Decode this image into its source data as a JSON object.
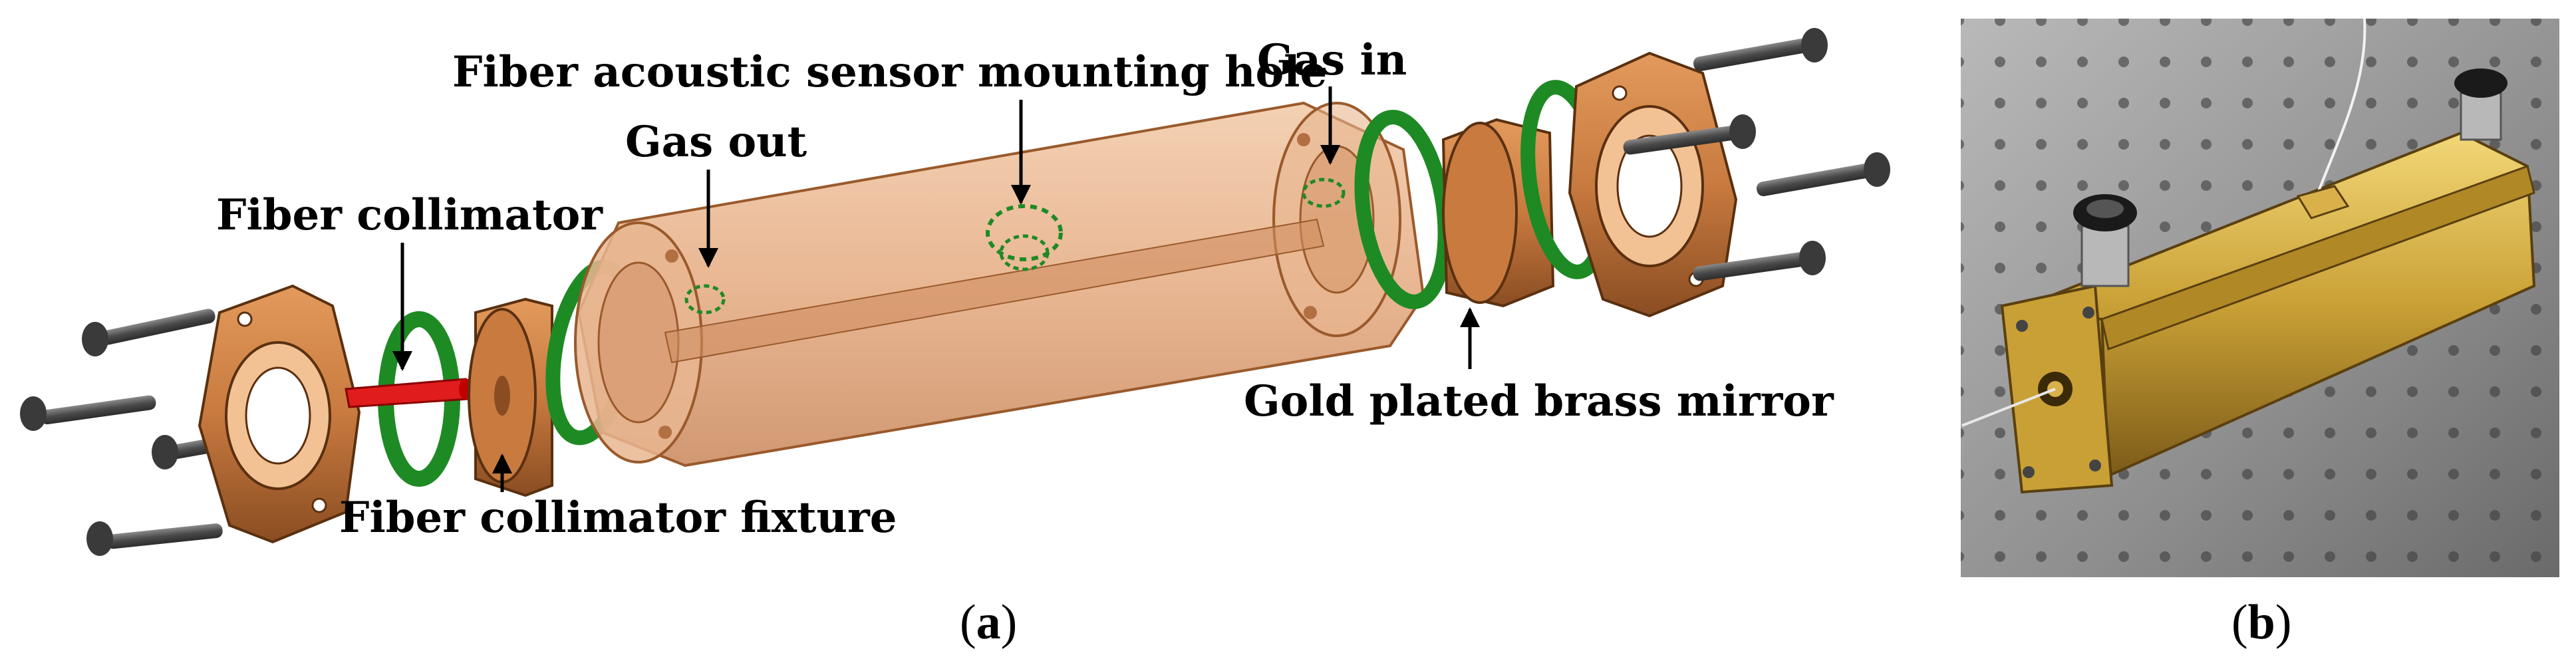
{
  "panels": [
    {
      "id": "a",
      "label": "a"
    },
    {
      "id": "b",
      "label": "b"
    }
  ],
  "callouts": {
    "fiber_acoustic_sensor_mounting_hole": "Fiber acoustic sensor mounting hole",
    "gas_in": "Gas in",
    "gas_out": "Gas out",
    "fiber_collimator": "Fiber collimator",
    "fiber_collimator_fixture": "Fiber collimator fixture",
    "gold_plated_brass_mirror": "Gold plated brass mirror"
  },
  "colors": {
    "copper": "#c87a3f",
    "copper_dark": "#8a4d22",
    "cell_body": "#e8b08a",
    "o_ring": "#1e8a24",
    "collimator": "#e01c1c",
    "screw": "#5a5a5a",
    "brass": "#c9a035",
    "table": "#9a9a9a"
  }
}
